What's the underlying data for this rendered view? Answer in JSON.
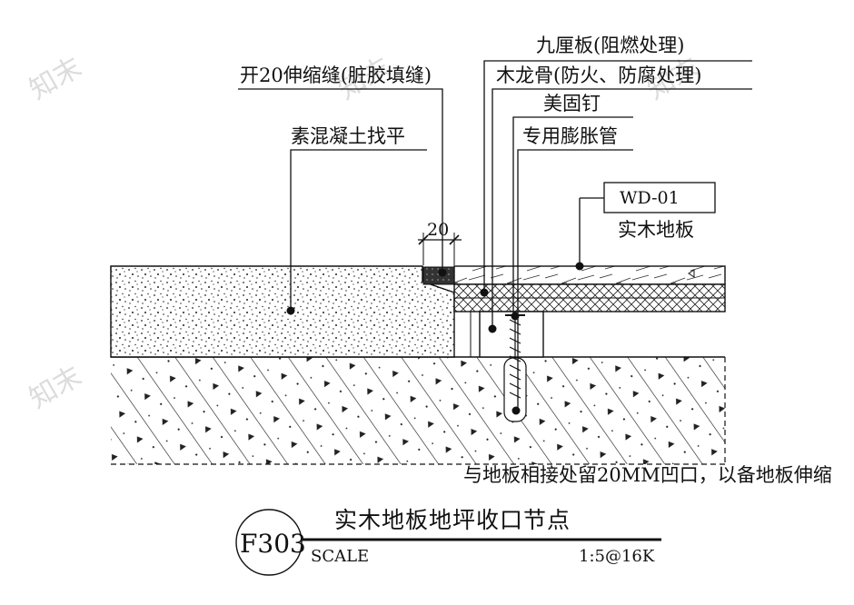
{
  "drawing": {
    "labels": {
      "plywood": "九厘板(阻燃处理)",
      "keel": "木龙骨(防火、防腐处理)",
      "gap": "开20伸缩缝(脏胶填缝)",
      "nail": "美固钉",
      "anchor": "专用膨胀管",
      "screed": "素混凝土找平",
      "material_code": "WD-01",
      "material_name": "实木地板",
      "dimension": "20",
      "note": "与地板相接处留20MM凹口，以备地板伸缩"
    },
    "title_block": {
      "detail_id": "F303",
      "title": "实木地板地坪收口节点",
      "scale_label": "SCALE",
      "scale_value": "1:5@16K"
    },
    "watermark": "知末"
  }
}
